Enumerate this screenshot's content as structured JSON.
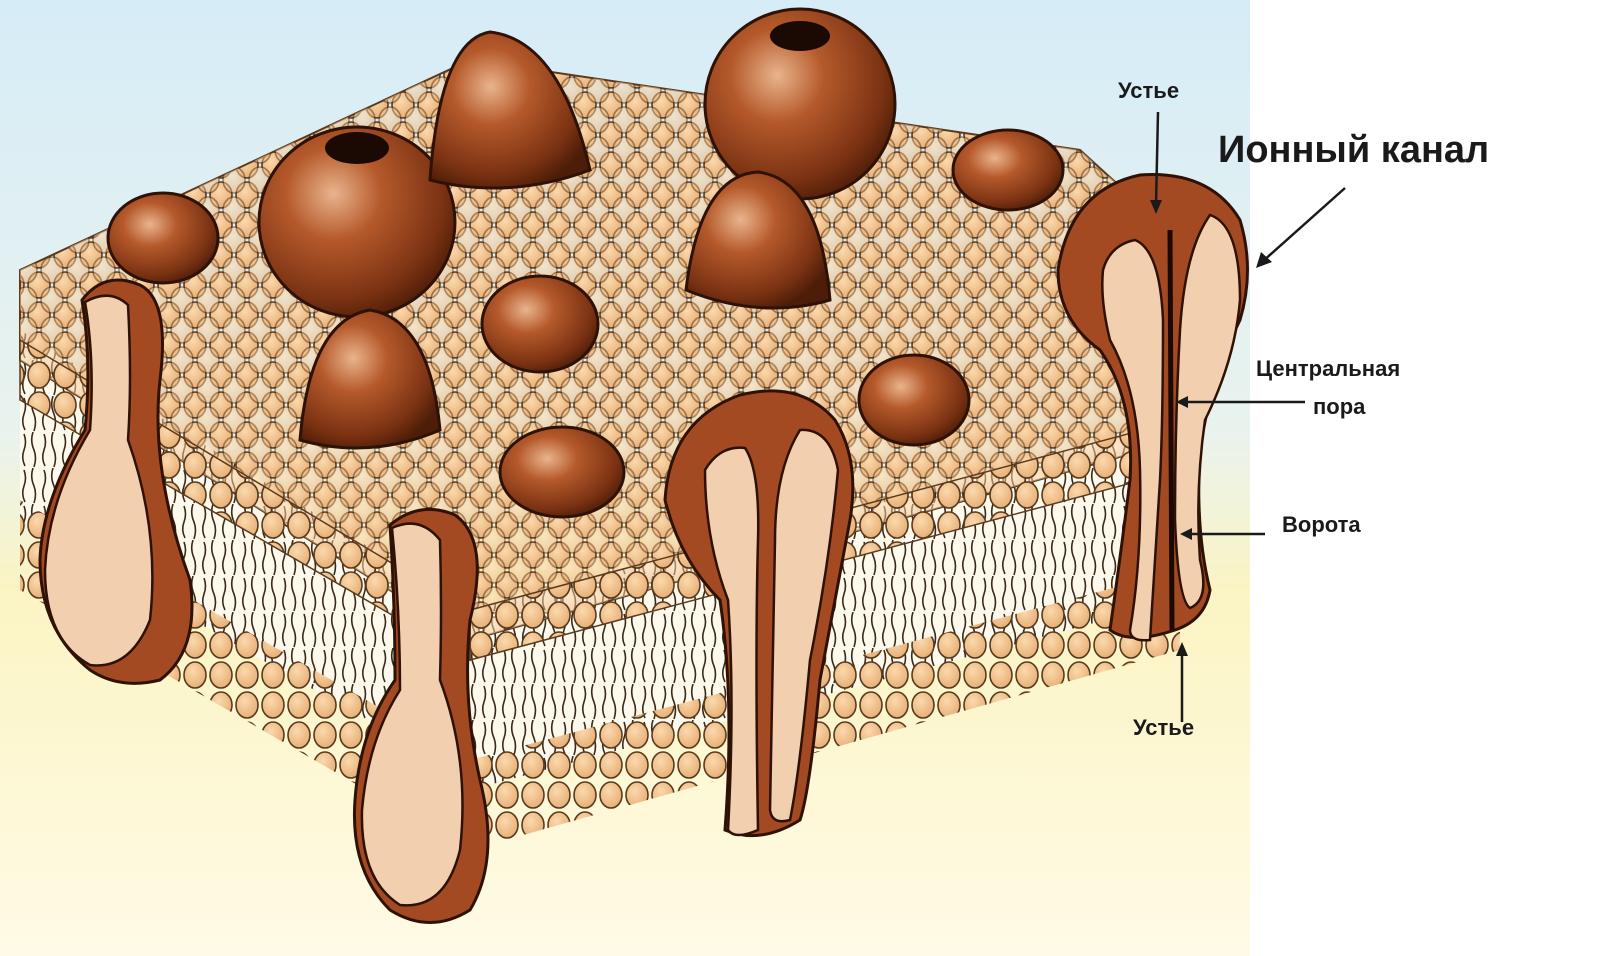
{
  "labels": {
    "title": "Ионный канал",
    "mouth_top": "Устье",
    "central_pore_line1": "Центральная",
    "central_pore_line2": "пора",
    "gate": "Ворота",
    "mouth_bottom": "Устье"
  },
  "colors": {
    "background_top": "#d6ecf7",
    "background_bottom": "#fbf4c3",
    "lipid_head": "#efc08b",
    "lipid_outline": "#5a3a1e",
    "protein_dark": "#7a3212",
    "protein_mid": "#b5592b",
    "protein_light": "#e7b08a",
    "channel_section": "#f2cfae",
    "tails": "#3a2a1a"
  }
}
